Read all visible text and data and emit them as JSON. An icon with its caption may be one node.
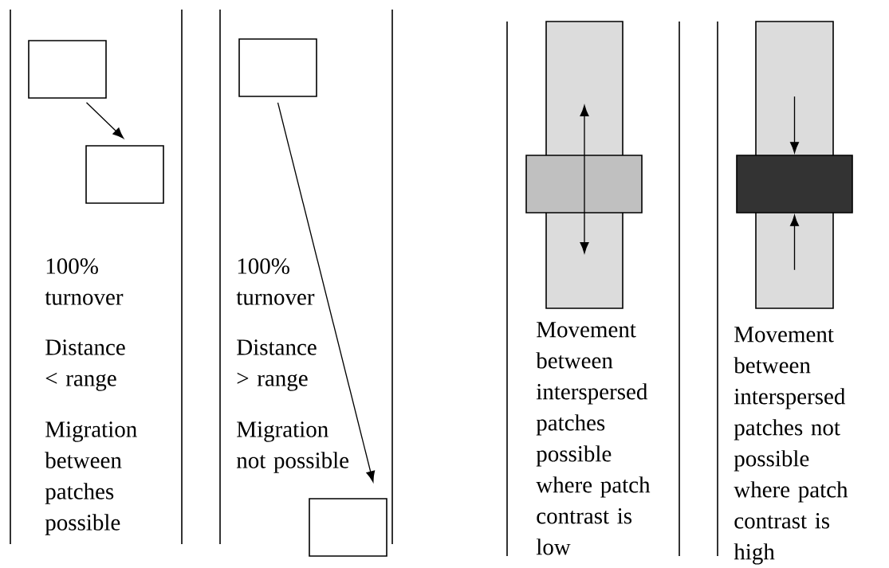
{
  "diagram": {
    "nodes": [
      {
        "text": [],
        "shape": "box"
      },
      {
        "text": [],
        "shape": "box"
      },
      {
        "text": [],
        "shape": "box"
      },
      {
        "text": [],
        "shape": "box"
      },
      {
        "text": [],
        "shape": "bar",
        "beside": [
          "Movement between interspersed patches possible where patch contrast is low"
        ]
      },
      {
        "text": [],
        "shape": "box"
      },
      {
        "text": [],
        "shape": "bar",
        "beside": [
          "Movement between interspersed patches not possible where patch contrast is high"
        ]
      },
      {
        "text": [],
        "shape": "box"
      }
    ],
    "edges": [
      {
        "from": 0,
        "to": 1,
        "arrow": "to"
      },
      {
        "from": 2,
        "to": 3,
        "arrow": "to"
      },
      {
        "from": 6,
        "to": 7,
        "arrow": "to"
      },
      {
        "from": 6,
        "to": 7,
        "arrow": "to"
      }
    ],
    "labels": [
      "100% turnover",
      "Distance < range",
      "Migration between patches possible",
      "100% turnover",
      "Distance > range",
      "Migration not possible"
    ]
  }
}
